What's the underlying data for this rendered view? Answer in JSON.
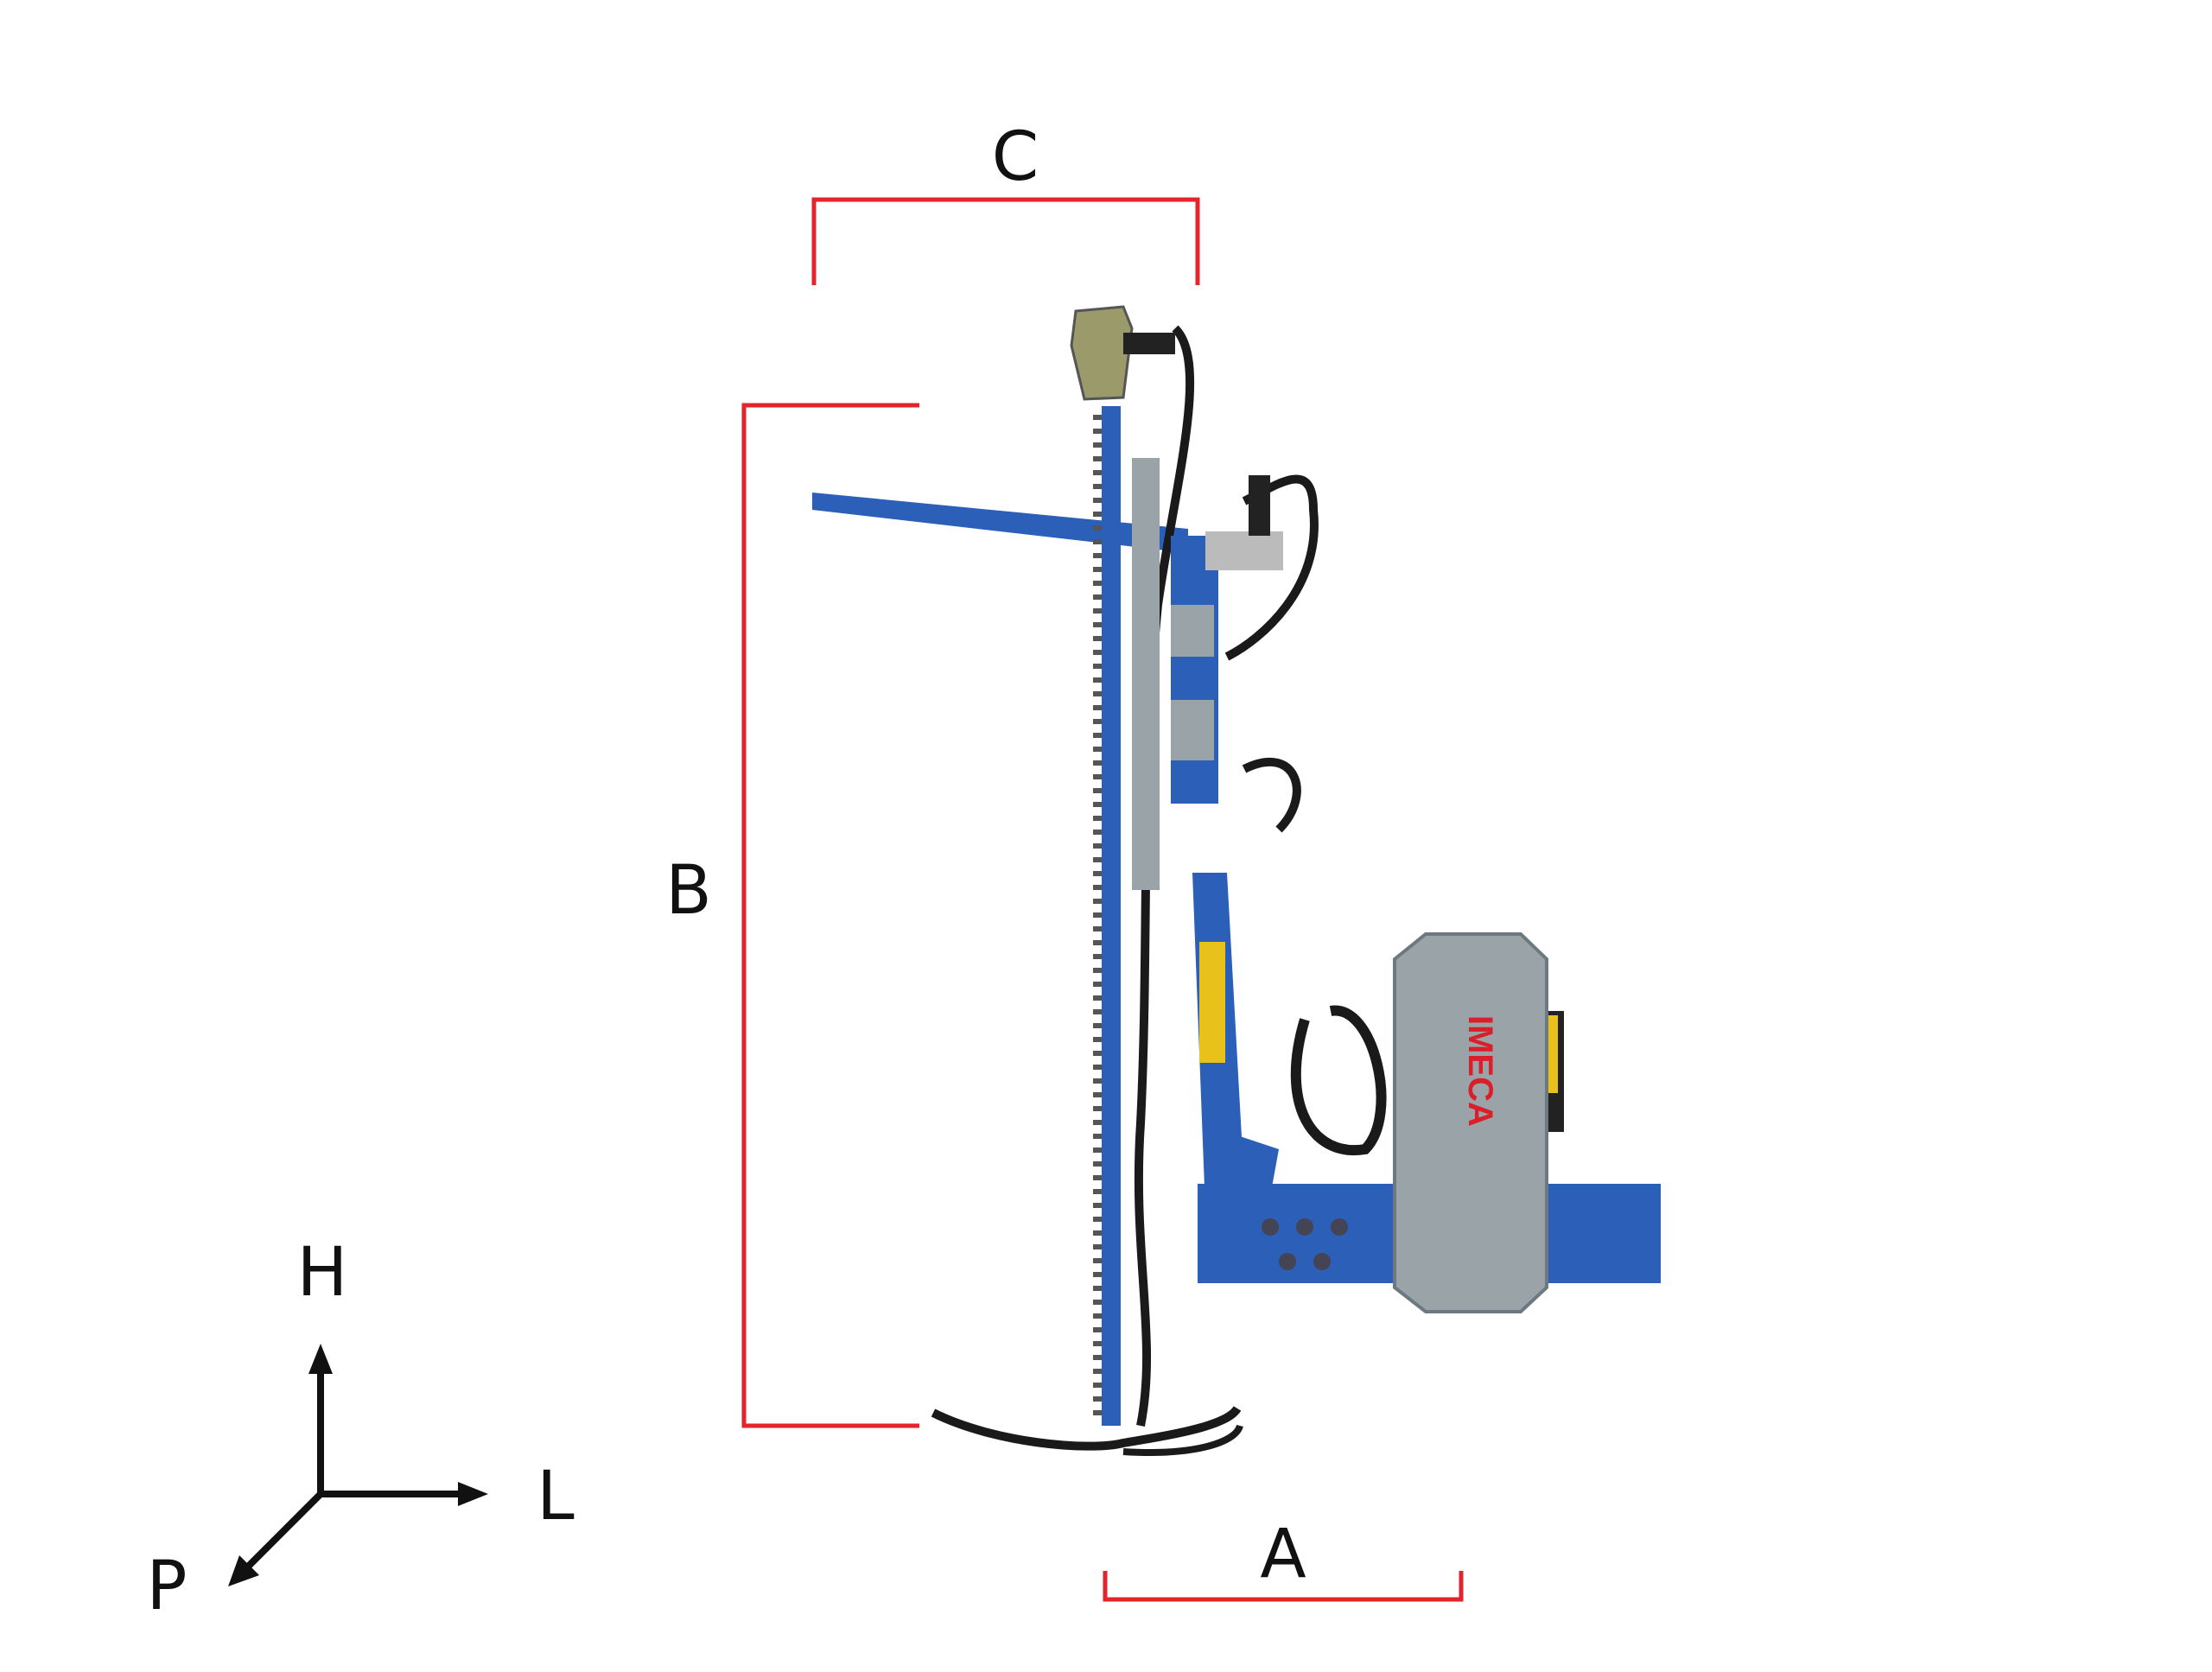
{
  "dimensions": {
    "a_label": "A",
    "b_label": "B",
    "c_label": "C"
  },
  "axes": {
    "h_label": "H",
    "l_label": "L",
    "p_label": "P"
  },
  "machine": {
    "logo": "IMECA"
  },
  "colors": {
    "dimension_line": "#e5232b",
    "machine_blue": "#2b5fb8",
    "steel": "#9aa3a8",
    "logo_red": "#d81f2a"
  }
}
